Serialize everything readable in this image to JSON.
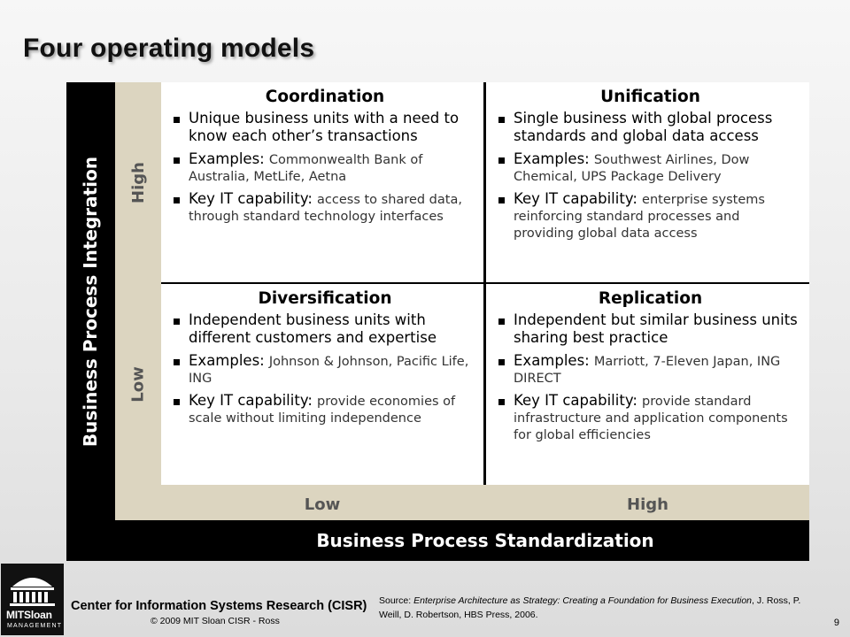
{
  "slide": {
    "title": "Four operating models",
    "page_number": "9"
  },
  "matrix": {
    "y_axis_title": "Business Process Integration",
    "x_axis_title": "Business Process Standardization",
    "y_ticks": {
      "high": "High",
      "low": "Low"
    },
    "x_ticks": {
      "low": "Low",
      "high": "High"
    },
    "quadrants": {
      "coordination": {
        "title": "Coordination",
        "description": "Unique business units with a need to know each other’s transactions",
        "examples_label": "Examples:",
        "examples": "Commonwealth Bank of Australia, MetLife, Aetna",
        "it_label": "Key IT capability:",
        "it": "access to shared data, through standard technology interfaces"
      },
      "unification": {
        "title": "Unification",
        "description": "Single business with global process standards and global data access",
        "examples_label": "Examples:",
        "examples": "Southwest Airlines, Dow Chemical, UPS Package Delivery",
        "it_label": "Key IT capability:",
        "it": "enterprise systems reinforcing standard processes and providing global data access"
      },
      "diversification": {
        "title": "Diversification",
        "description": "Independent business units with different customers and expertise",
        "examples_label": "Examples:",
        "examples": "Johnson & Johnson, Pacific Life, ING",
        "it_label": "Key IT capability:",
        "it": "provide economies of scale without limiting independence"
      },
      "replication": {
        "title": "Replication",
        "description": "Independent but similar business units sharing best practice",
        "examples_label": "Examples:",
        "examples": "Marriott, 7-Eleven Japan, ING DIRECT",
        "it_label": "Key IT capability:",
        "it": "provide standard infrastructure and application components for global efficiencies"
      }
    }
  },
  "footer": {
    "logo_name": "MITSloan",
    "logo_sub": "MANAGEMENT",
    "cisr": "Center for Information Systems Research (CISR)",
    "copyright": "© 2009 MIT Sloan CISR - Ross",
    "source_prefix": "Source: ",
    "source_title": "Enterprise Architecture as Strategy: Creating a Foundation for Business Execution",
    "source_rest": ", J. Ross, P. Weill, D. Robertson, HBS Press, 2006."
  },
  "colors": {
    "frame": "#000000",
    "band": "#dcd5c0",
    "cell": "#ffffff"
  }
}
